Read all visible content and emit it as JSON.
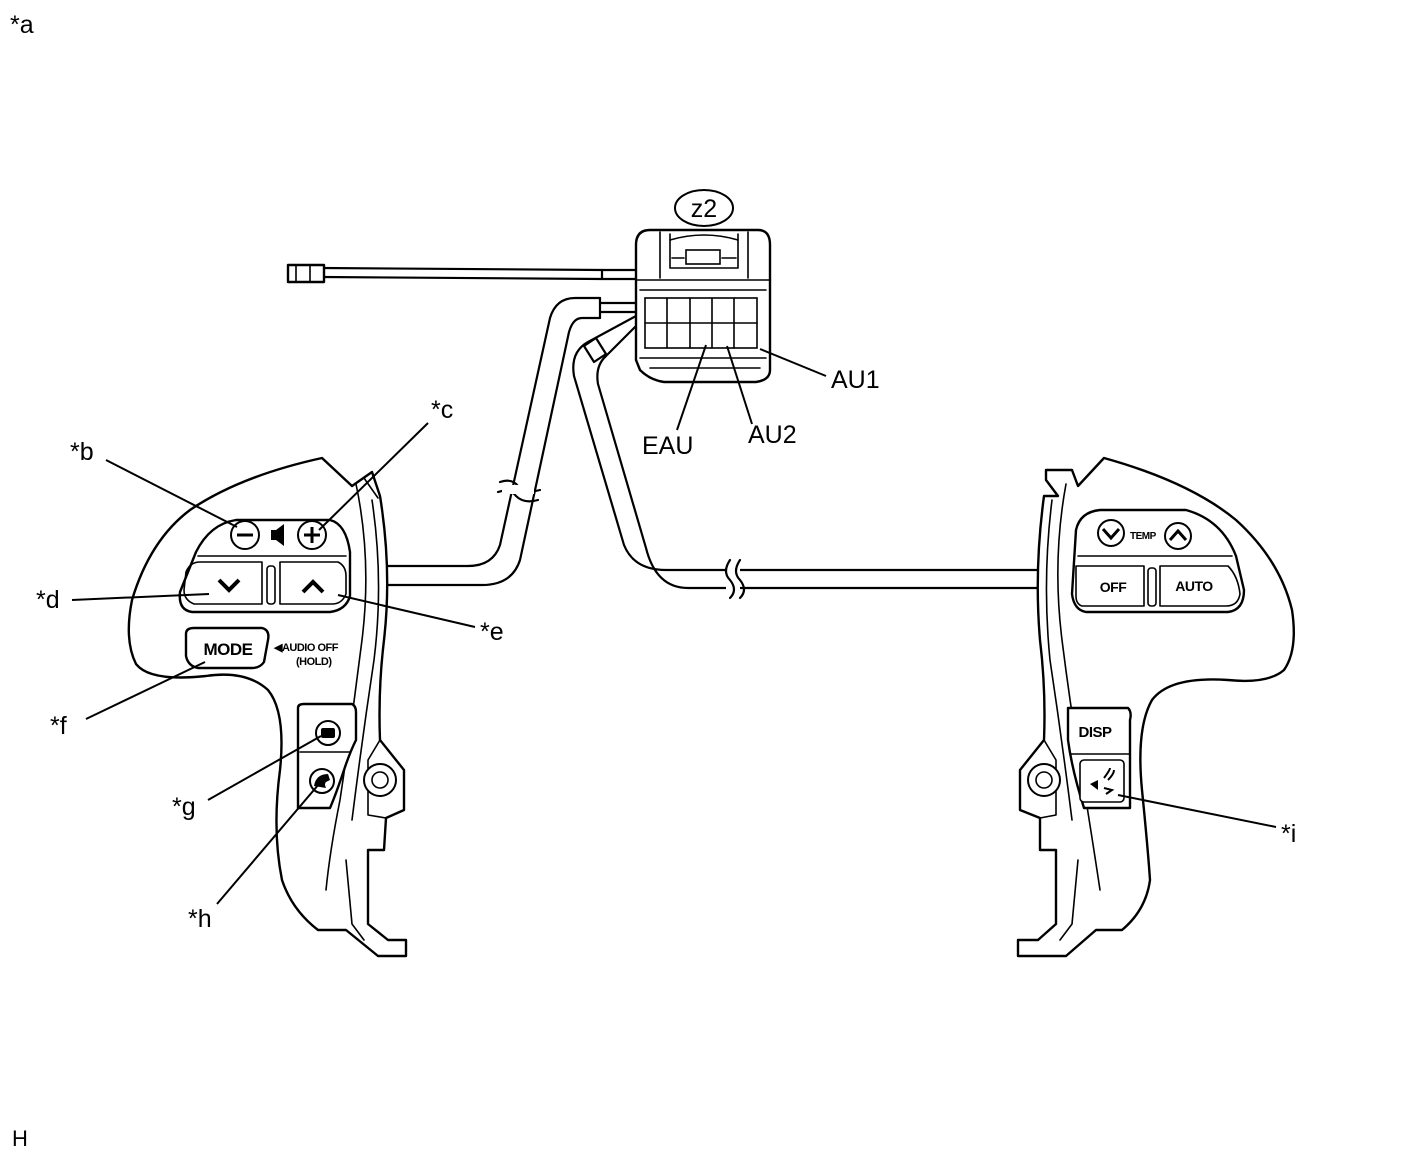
{
  "corner_labels": {
    "top_left": "*a",
    "bottom_left": "H"
  },
  "connector": {
    "name": "z2"
  },
  "terminals": {
    "au1": "AU1",
    "au2": "AU2",
    "eau": "EAU"
  },
  "callouts": {
    "b": "*b",
    "c": "*c",
    "d": "*d",
    "e": "*e",
    "f": "*f",
    "g": "*g",
    "h": "*h",
    "i": "*i"
  },
  "left_switch": {
    "mode_button": "MODE",
    "audio_off": "◀AUDIO OFF",
    "hold": "(HOLD)"
  },
  "right_switch": {
    "temp": "TEMP",
    "off_button": "OFF",
    "auto_button": "AUTO",
    "disp_button": "DISP"
  }
}
